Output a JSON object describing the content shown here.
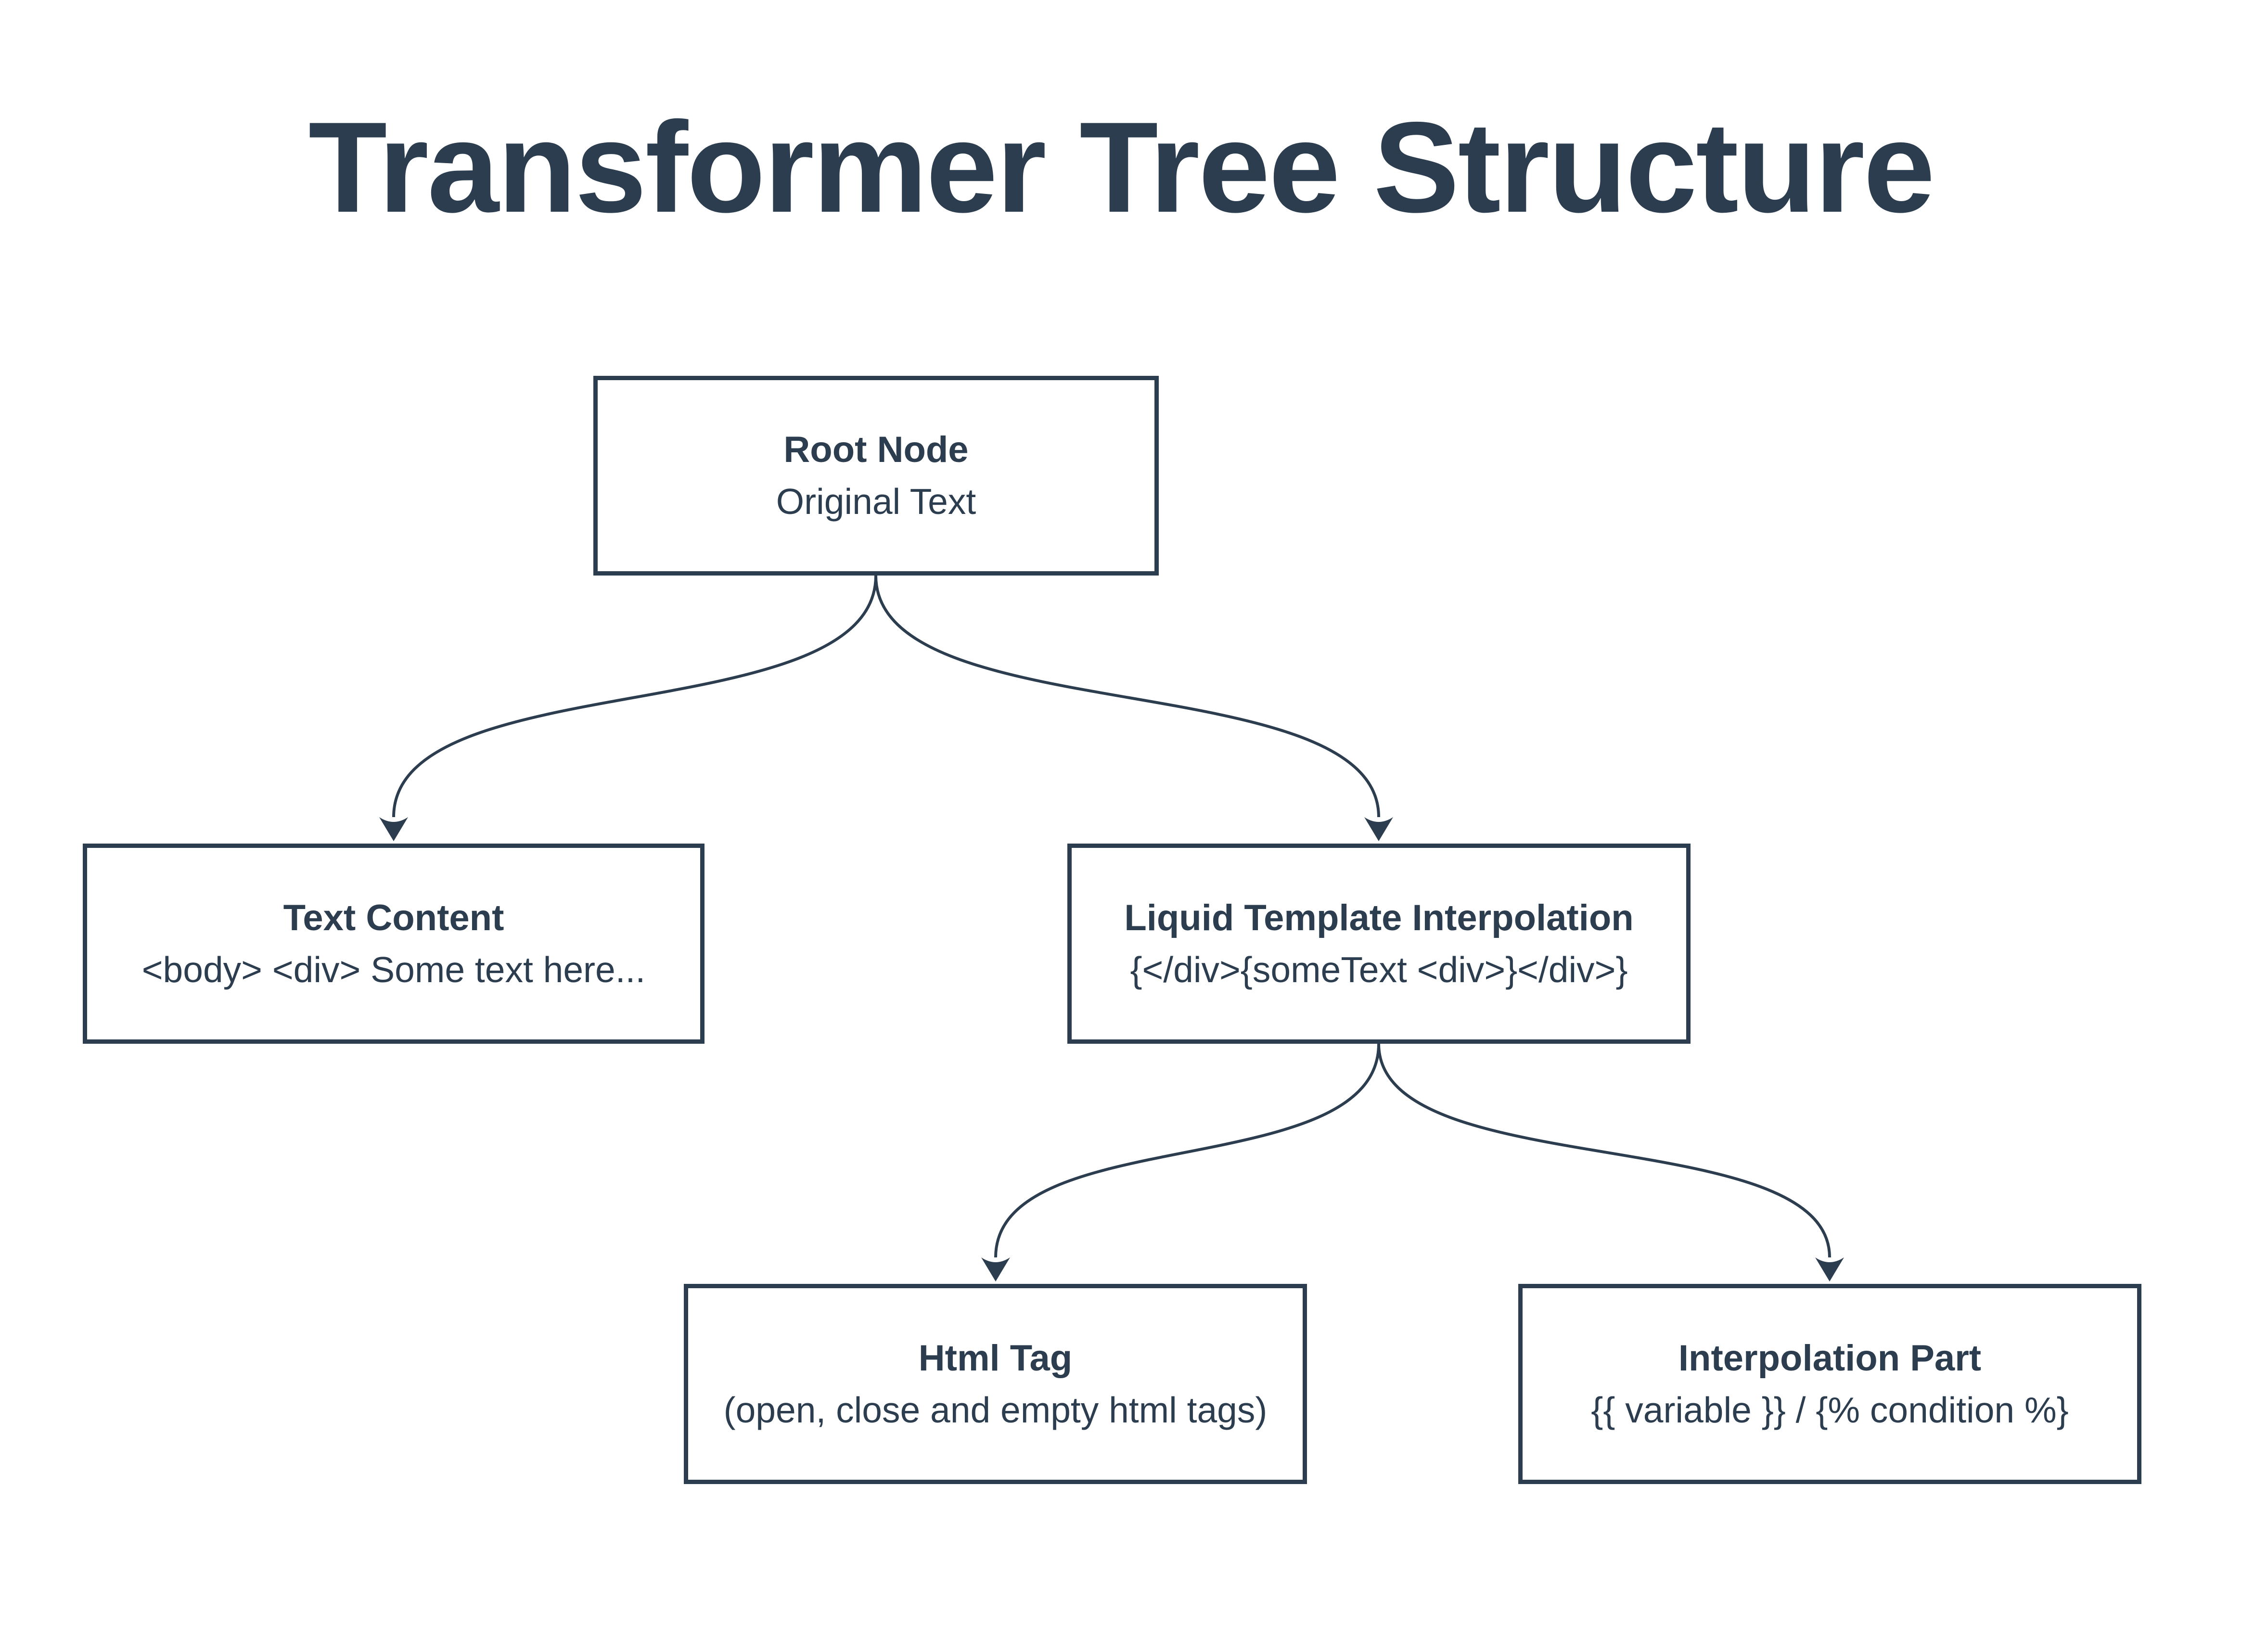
{
  "title": "Transformer Tree Structure",
  "colors": {
    "ink": "#2b3d4e",
    "background": "#ffffff"
  },
  "diagram": {
    "type": "tree",
    "nodes": [
      {
        "id": "root",
        "title": "Root Node",
        "subtitle": "Original Text"
      },
      {
        "id": "text-content",
        "title": "Text Content",
        "subtitle": "<body> <div> Some text here..."
      },
      {
        "id": "liquid-template-interpolation",
        "title": "Liquid Template Interpolation",
        "subtitle": "{</div>{someText <div>}</div>}"
      },
      {
        "id": "html-tag",
        "title": "Html Tag",
        "subtitle": "(open, close and empty html tags)"
      },
      {
        "id": "interpolation-part",
        "title": "Interpolation Part",
        "subtitle": "{{ variable }} / {% condition %}"
      }
    ],
    "edges": [
      {
        "from": "root",
        "to": "text-content"
      },
      {
        "from": "root",
        "to": "liquid-template-interpolation"
      },
      {
        "from": "liquid-template-interpolation",
        "to": "html-tag"
      },
      {
        "from": "liquid-template-interpolation",
        "to": "interpolation-part"
      }
    ]
  }
}
